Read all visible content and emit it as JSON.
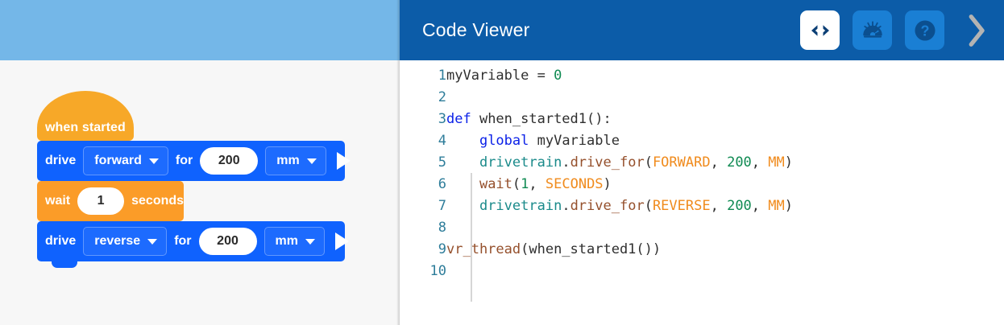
{
  "workspace": {
    "name": "block-workspace",
    "blocks": [
      {
        "id": "when-started",
        "type": "hat",
        "label": "when started",
        "color": "#f7a828"
      },
      {
        "id": "drive-forward",
        "type": "statement",
        "color": "#0f62fe",
        "text_before": "drive",
        "direction": "forward",
        "text_middle": "for",
        "value": "200",
        "unit": "mm",
        "play_label": "play"
      },
      {
        "id": "wait-1-seconds",
        "type": "statement",
        "color": "#fb9c28",
        "text_before": "wait",
        "value": "1",
        "text_after": "seconds"
      },
      {
        "id": "drive-reverse",
        "type": "statement",
        "color": "#0f62fe",
        "text_before": "drive",
        "direction": "reverse",
        "text_middle": "for",
        "value": "200",
        "unit": "mm",
        "play_label": "play"
      }
    ]
  },
  "viewer": {
    "title": "Code Viewer",
    "accent_color": "#0c5ca8",
    "tools": [
      {
        "name": "code-view-icon",
        "label": "<>",
        "state": "active"
      },
      {
        "name": "dashboard-icon",
        "label": "dashboard",
        "state": "inactive"
      },
      {
        "name": "help-icon",
        "label": "?",
        "state": "inactive"
      }
    ],
    "next_label": "next"
  },
  "code": {
    "language": "python",
    "line_numbers": [
      "1",
      "2",
      "3",
      "4",
      "5",
      "6",
      "7",
      "8",
      "9",
      "10"
    ],
    "lines": [
      {
        "n": "1",
        "tokens": [
          {
            "t": "myVariable ",
            "c": "plain"
          },
          {
            "t": "= ",
            "c": "plain"
          },
          {
            "t": "0",
            "c": "num"
          }
        ]
      },
      {
        "n": "2",
        "tokens": []
      },
      {
        "n": "3",
        "tokens": [
          {
            "t": "def",
            "c": "kw"
          },
          {
            "t": " when_started1():",
            "c": "plain"
          }
        ]
      },
      {
        "n": "4",
        "tokens": [
          {
            "t": "    ",
            "c": "plain"
          },
          {
            "t": "global",
            "c": "kw"
          },
          {
            "t": " myVariable",
            "c": "plain"
          }
        ]
      },
      {
        "n": "5",
        "tokens": [
          {
            "t": "    ",
            "c": "plain"
          },
          {
            "t": "drivetrain",
            "c": "obj"
          },
          {
            "t": ".",
            "c": "plain"
          },
          {
            "t": "drive_for",
            "c": "fn"
          },
          {
            "t": "(",
            "c": "plain"
          },
          {
            "t": "FORWARD",
            "c": "const"
          },
          {
            "t": ", ",
            "c": "plain"
          },
          {
            "t": "200",
            "c": "num"
          },
          {
            "t": ", ",
            "c": "plain"
          },
          {
            "t": "MM",
            "c": "const"
          },
          {
            "t": ")",
            "c": "plain"
          }
        ]
      },
      {
        "n": "6",
        "tokens": [
          {
            "t": "    ",
            "c": "plain"
          },
          {
            "t": "wait",
            "c": "fn"
          },
          {
            "t": "(",
            "c": "plain"
          },
          {
            "t": "1",
            "c": "num"
          },
          {
            "t": ", ",
            "c": "plain"
          },
          {
            "t": "SECONDS",
            "c": "const"
          },
          {
            "t": ")",
            "c": "plain"
          }
        ]
      },
      {
        "n": "7",
        "tokens": [
          {
            "t": "    ",
            "c": "plain"
          },
          {
            "t": "drivetrain",
            "c": "obj"
          },
          {
            "t": ".",
            "c": "plain"
          },
          {
            "t": "drive_for",
            "c": "fn"
          },
          {
            "t": "(",
            "c": "plain"
          },
          {
            "t": "REVERSE",
            "c": "const"
          },
          {
            "t": ", ",
            "c": "plain"
          },
          {
            "t": "200",
            "c": "num"
          },
          {
            "t": ", ",
            "c": "plain"
          },
          {
            "t": "MM",
            "c": "const"
          },
          {
            "t": ")",
            "c": "plain"
          }
        ]
      },
      {
        "n": "8",
        "tokens": []
      },
      {
        "n": "9",
        "tokens": [
          {
            "t": "vr_thread",
            "c": "fn"
          },
          {
            "t": "(when_started1())",
            "c": "plain"
          }
        ]
      },
      {
        "n": "10",
        "tokens": []
      }
    ]
  }
}
